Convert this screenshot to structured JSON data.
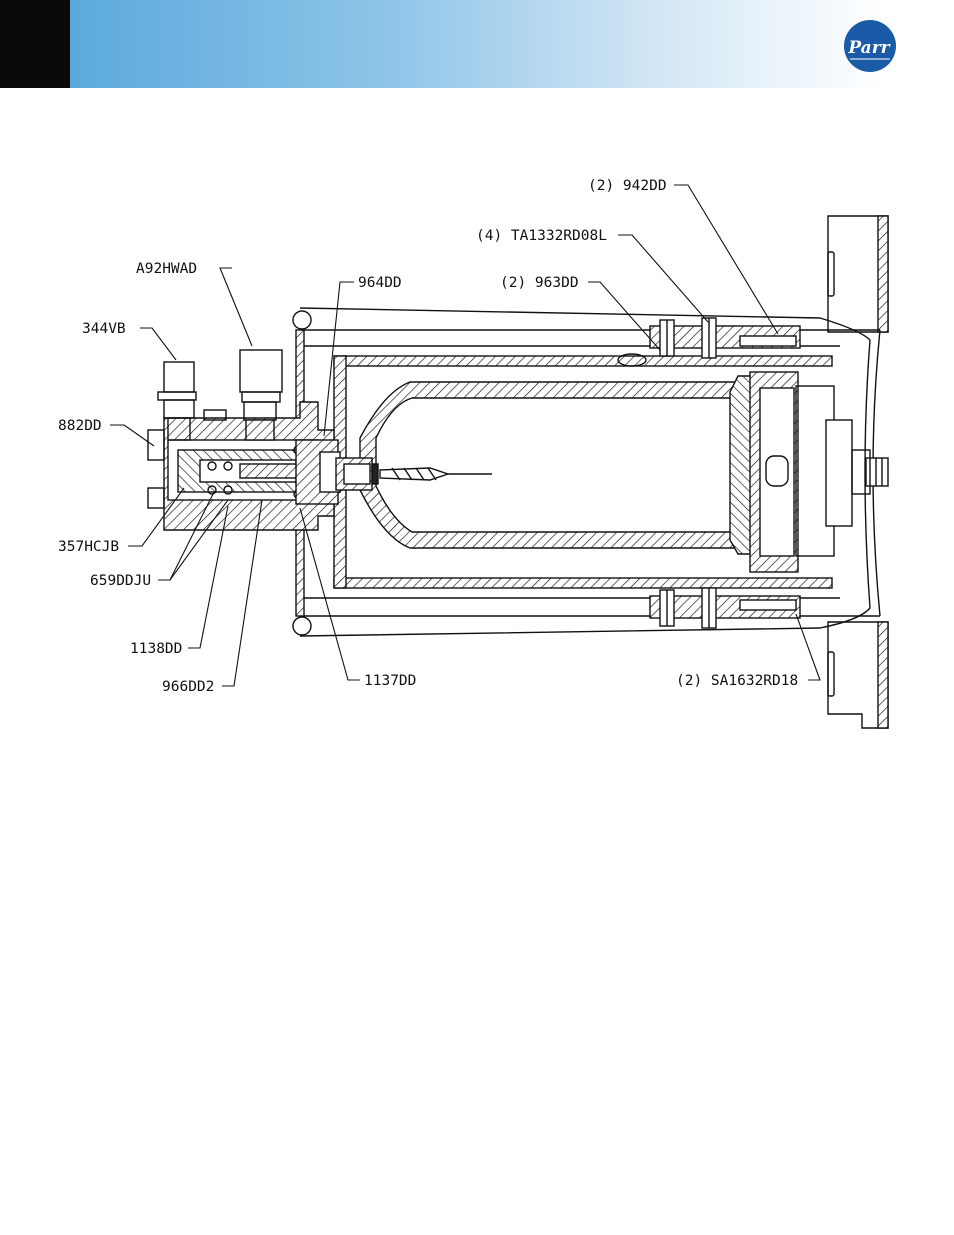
{
  "brand": {
    "logo_text": "Parr",
    "colors": {
      "brand_blue": "#1a5aa6",
      "header_blue": "#5ba9dc"
    }
  },
  "callouts": [
    {
      "id": "942dd",
      "text": "(2) 942DD"
    },
    {
      "id": "ta1332rd08l",
      "text": "(4) TA1332RD08L"
    },
    {
      "id": "963dd",
      "text": "(2) 963DD"
    },
    {
      "id": "964dd",
      "text": "964DD"
    },
    {
      "id": "a92hwad",
      "text": "A92HWAD"
    },
    {
      "id": "344vb",
      "text": "344VB"
    },
    {
      "id": "882dd",
      "text": "882DD"
    },
    {
      "id": "357hcjb",
      "text": "357HCJB"
    },
    {
      "id": "659ddju",
      "text": "659DDJU"
    },
    {
      "id": "1138dd",
      "text": "1138DD"
    },
    {
      "id": "966dd2",
      "text": "966DD2"
    },
    {
      "id": "1137dd",
      "text": "1137DD"
    },
    {
      "id": "sa1632rd18",
      "text": "(2) SA1632RD18"
    }
  ]
}
